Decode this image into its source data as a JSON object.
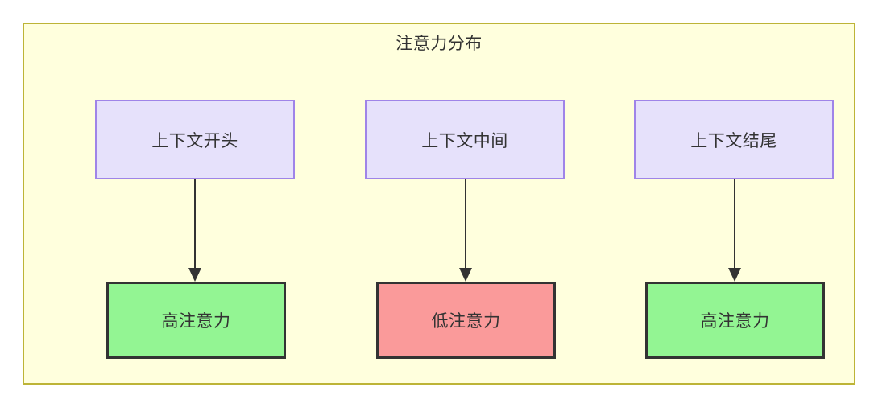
{
  "diagram": {
    "title": "注意力分布",
    "colors": {
      "container_fill": "#ffffdd",
      "container_border": "#bdb437",
      "context_fill": "#e6e1fb",
      "context_border": "#9f84e8",
      "high_attention_fill": "#93f593",
      "low_attention_fill": "#fa9a9a",
      "node_border": "#333333",
      "arrow": "#333333",
      "text": "#333333"
    },
    "context_nodes": [
      {
        "label": "上下文开头"
      },
      {
        "label": "上下文中间"
      },
      {
        "label": "上下文结尾"
      }
    ],
    "attention_nodes": [
      {
        "label": "高注意力",
        "level": "high"
      },
      {
        "label": "低注意力",
        "level": "low"
      },
      {
        "label": "高注意力",
        "level": "high"
      }
    ],
    "edges": [
      {
        "from": "上下文开头",
        "to": "高注意力",
        "arrow": "down-arrow"
      },
      {
        "from": "上下文中间",
        "to": "低注意力",
        "arrow": "down-arrow"
      },
      {
        "from": "上下文结尾",
        "to": "高注意力",
        "arrow": "down-arrow"
      }
    ]
  }
}
